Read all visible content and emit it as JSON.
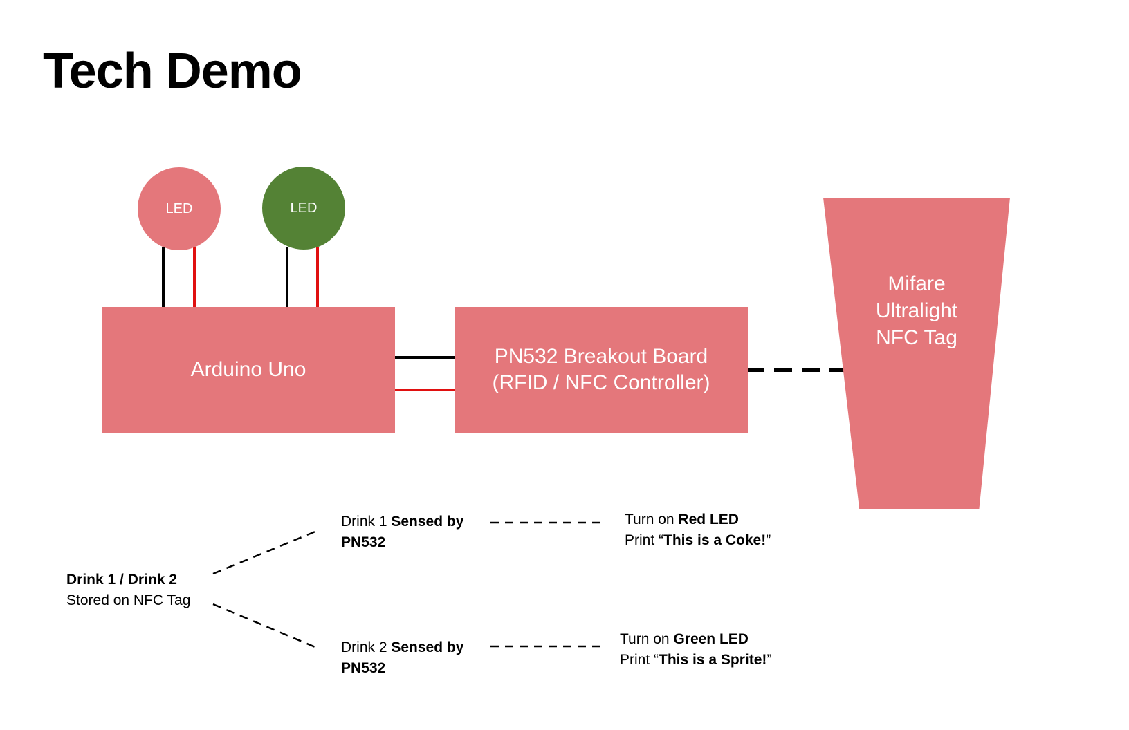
{
  "title": "Tech Demo",
  "colors": {
    "block": "#e4777b",
    "led_red": "#e4777b",
    "led_green": "#548235",
    "wire_ground": "#000000",
    "wire_power": "#e01010"
  },
  "leds": [
    {
      "label": "LED",
      "color": "red"
    },
    {
      "label": "LED",
      "color": "green"
    }
  ],
  "blocks": {
    "arduino": "Arduino Uno",
    "pn532_line1": "PN532 Breakout Board",
    "pn532_line2": "(RFID / NFC Controller)",
    "tag_line1": "Mifare",
    "tag_line2": "Ultralight",
    "tag_line3": "NFC Tag"
  },
  "flow": {
    "source_bold": "Drink 1 / Drink 2",
    "source_text": "Stored on NFC Tag",
    "branch1": {
      "drink": "Drink 1 ",
      "sensed_bold": "Sensed by",
      "sensor_bold": "PN532",
      "action_prefix": "Turn on ",
      "action_bold": "Red LED",
      "print_prefix": "Print “",
      "print_bold": "This is a Coke!",
      "print_suffix": "”"
    },
    "branch2": {
      "drink": "Drink 2 ",
      "sensed_bold": "Sensed by",
      "sensor_bold": "PN532",
      "action_prefix": "Turn on ",
      "action_bold": "Green LED",
      "print_prefix": "Print “",
      "print_bold": "This is a Sprite!",
      "print_suffix": "”"
    }
  }
}
